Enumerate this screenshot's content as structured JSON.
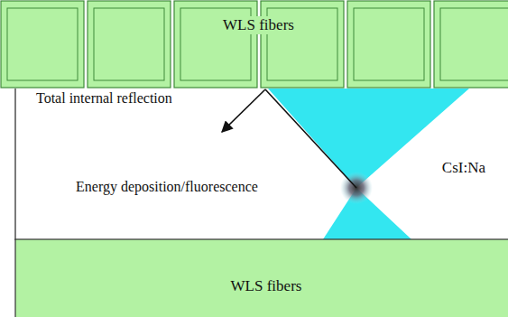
{
  "diagram": {
    "nodes": [
      {
        "text": [
          "WLS fibers"
        ]
      },
      {
        "text": [
          "CsI:Na"
        ]
      },
      {
        "text": [
          "WLS fibers"
        ]
      }
    ],
    "labels": [
      "Total internal reflection",
      "Energy deposition/fluorescence"
    ]
  }
}
